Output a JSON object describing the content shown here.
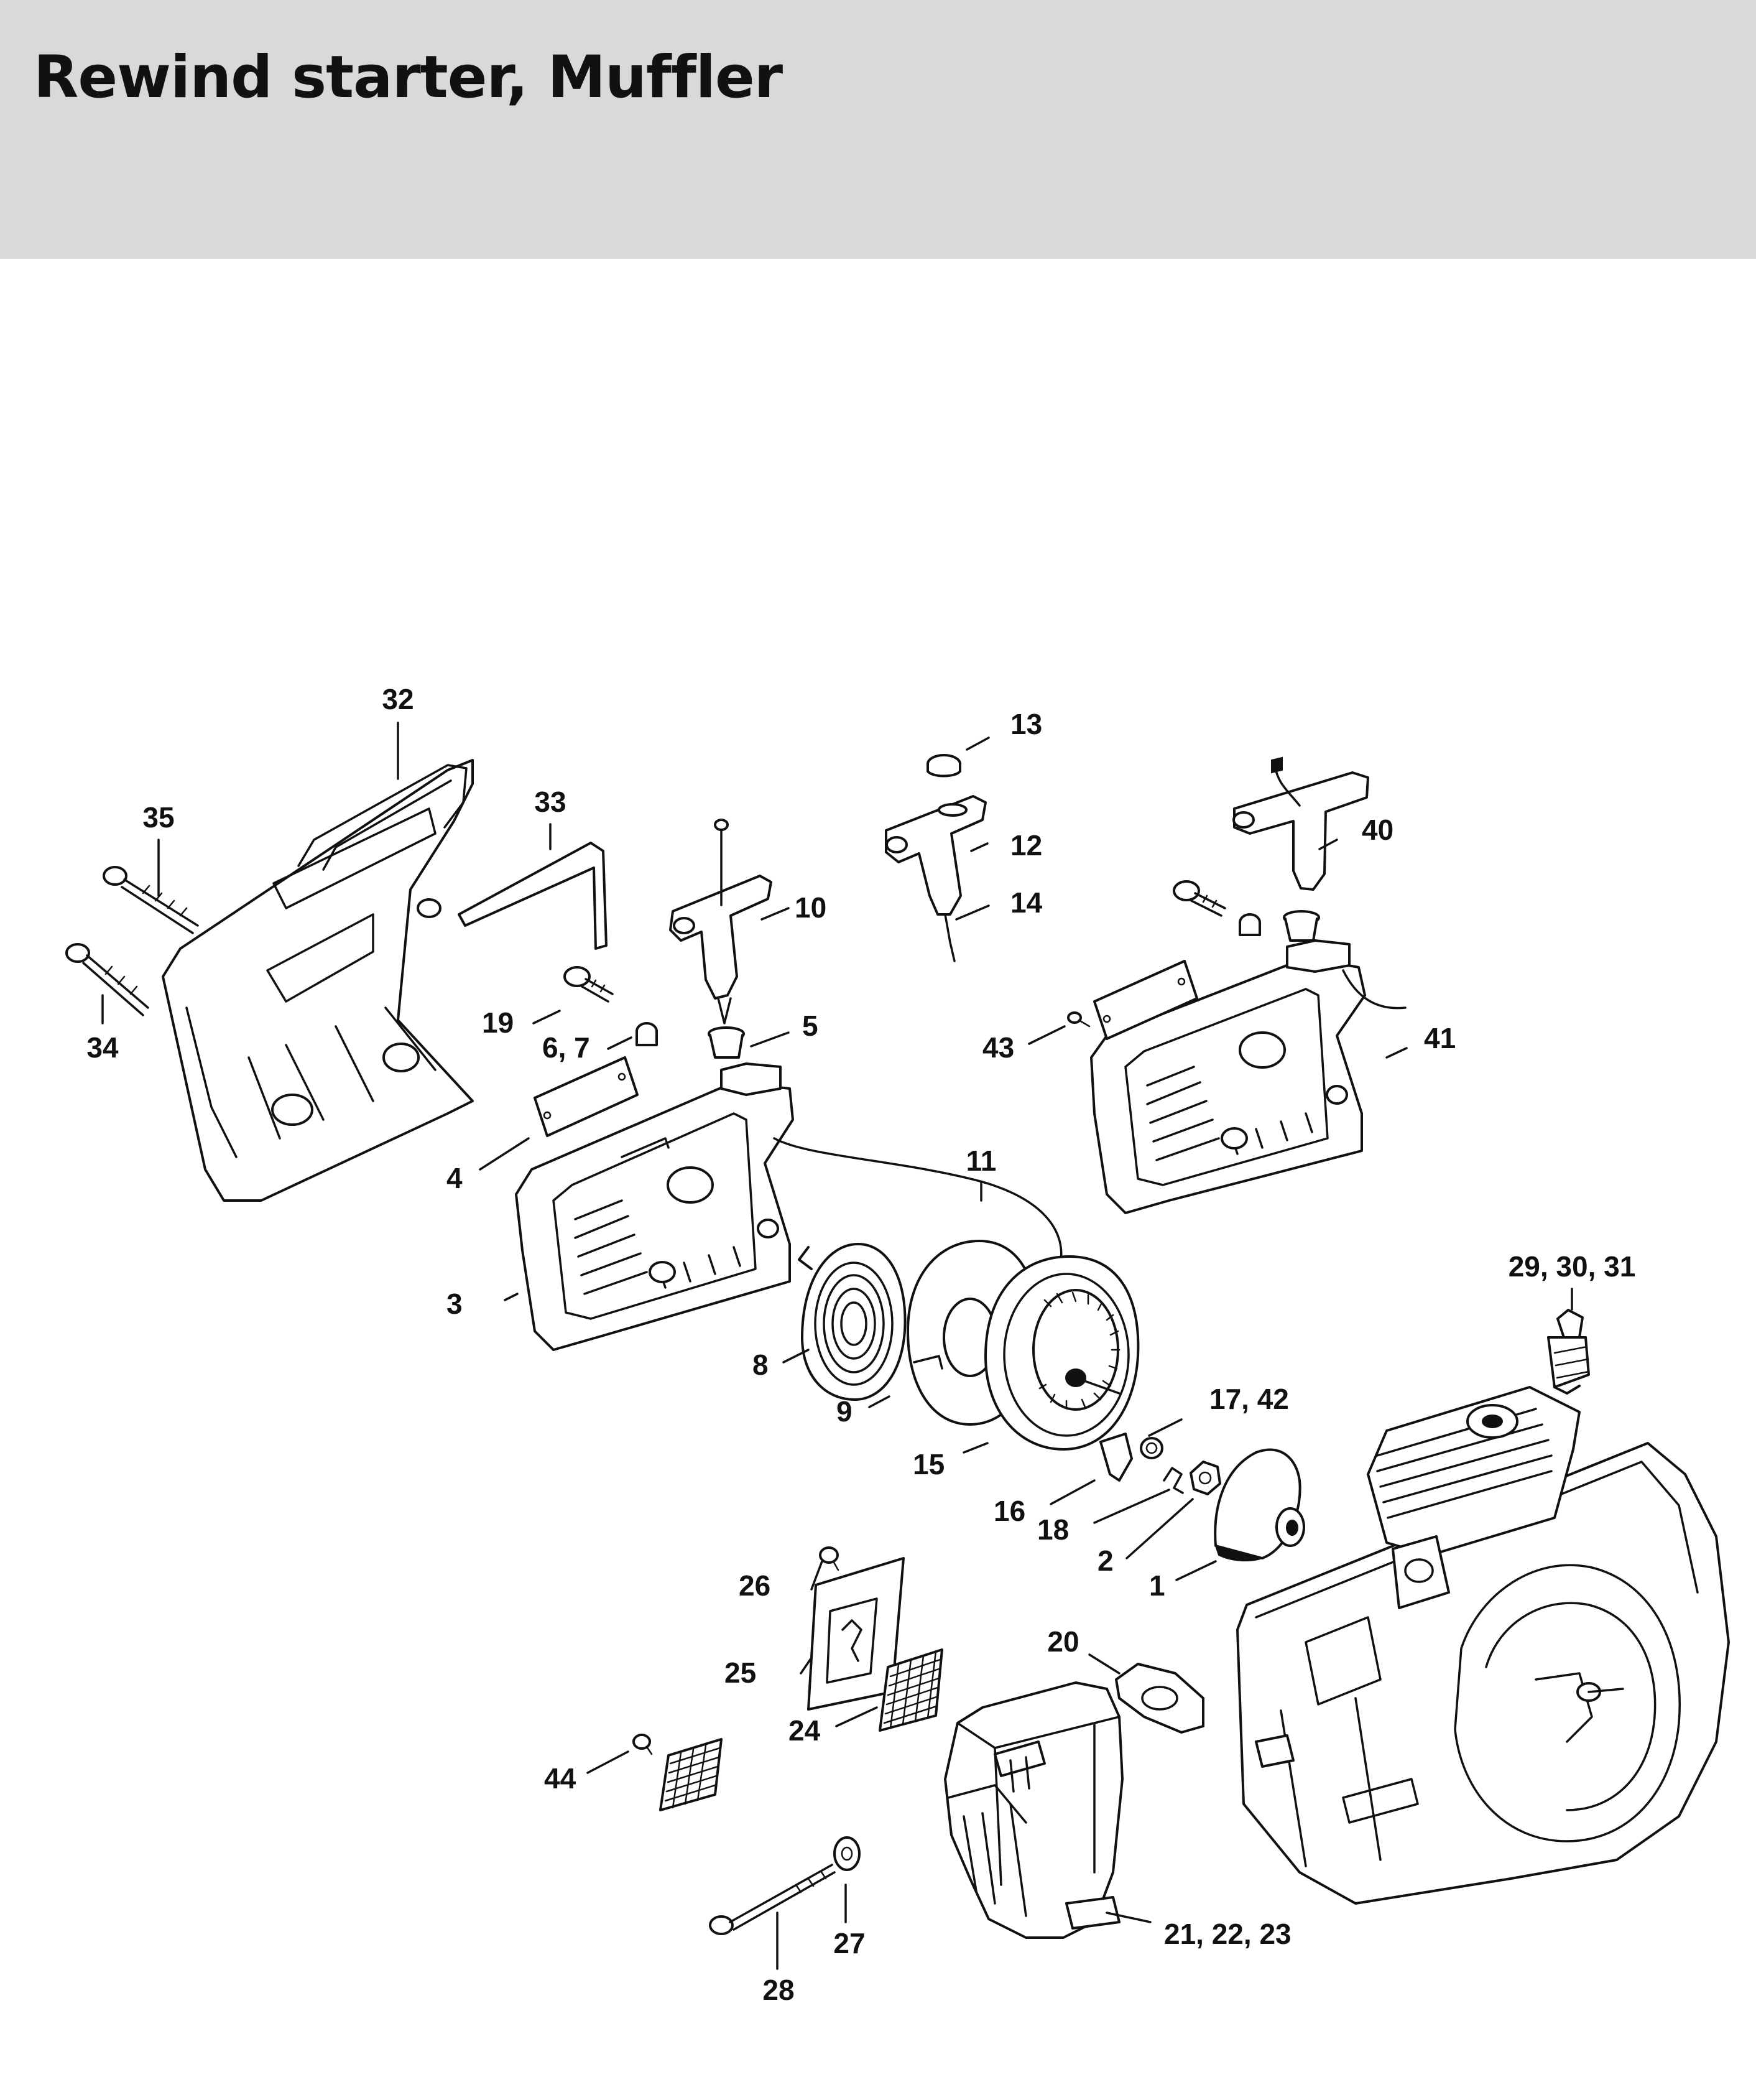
{
  "title": "Rewind starter, Muffler",
  "header_color": "#d9d9d9",
  "callouts": {
    "c1": "1",
    "c2": "2",
    "c3": "3",
    "c4": "4",
    "c5": "5",
    "c6_7": "6, 7",
    "c8": "8",
    "c9": "9",
    "c10": "10",
    "c11": "11",
    "c12": "12",
    "c13": "13",
    "c14": "14",
    "c15": "15",
    "c16": "16",
    "c17_42": "17, 42",
    "c18": "18",
    "c19": "19",
    "c20": "20",
    "c21_22_23": "21, 22, 23",
    "c24": "24",
    "c25": "25",
    "c26": "26",
    "c27": "27",
    "c28": "28",
    "c29_30_31": "29, 30, 31",
    "c32": "32",
    "c33": "33",
    "c34": "34",
    "c35": "35",
    "c40": "40",
    "c41": "41",
    "c43": "43",
    "c44": "44"
  }
}
